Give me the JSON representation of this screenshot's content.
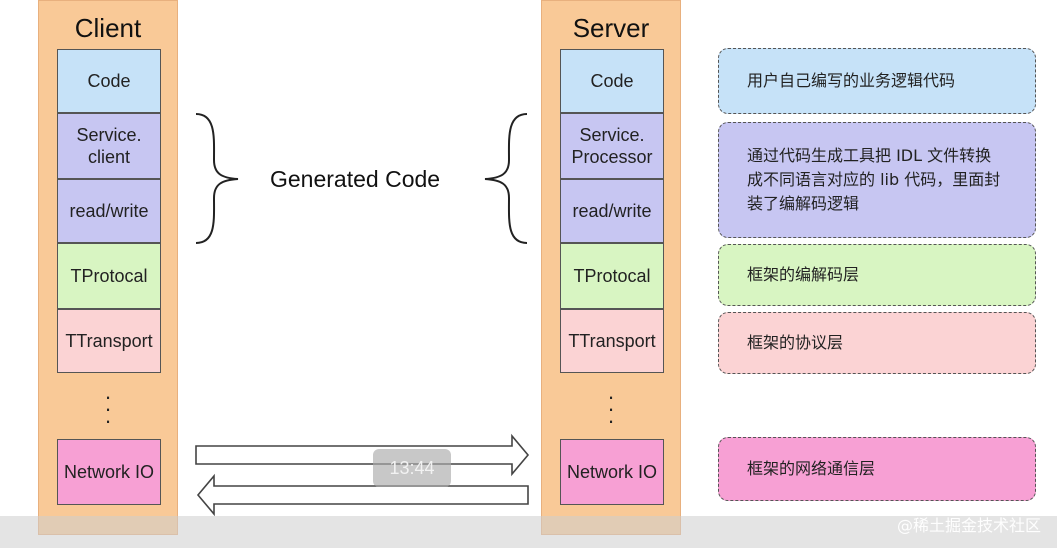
{
  "client": {
    "title": "Client",
    "layers": [
      "Code",
      "Service.\nclient",
      "read/write",
      "TProtocal",
      "TTransport",
      "Network IO"
    ],
    "dots": "·\n·\n·"
  },
  "server": {
    "title": "Server",
    "layers": [
      "Code",
      "Service.\nProcessor",
      "read/write",
      "TProtocal",
      "TTransport",
      "Network IO"
    ],
    "dots": "·\n·\n·"
  },
  "generated_label": "Generated Code",
  "descriptions": [
    "用户自己编写的业务逻辑代码",
    "通过代码生成工具把 IDL 文件转换成不同语言对应的 lib 代码，里面封装了编解码逻辑",
    "框架的编解码层",
    "框架的协议层",
    "框架的网络通信层"
  ],
  "colors": {
    "column_bg": "#f9c997",
    "code": "#c6e2f8",
    "generated": "#c7c6f2",
    "protocol": "#d8f5c2",
    "transport": "#fbd3d4",
    "network": "#f7a0d4"
  },
  "overlay": {
    "time": "13:44",
    "watermark": "@稀土掘金技术社区"
  }
}
